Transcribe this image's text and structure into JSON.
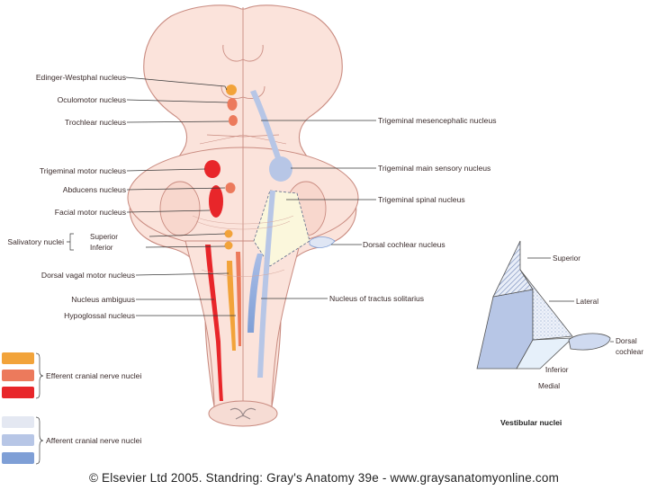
{
  "labels_left": {
    "edinger_westphal": "Edinger-Westphal nucleus",
    "oculomotor": "Oculomotor nucleus",
    "trochlear": "Trochlear nucleus",
    "trigeminal_motor": "Trigeminal motor nucleus",
    "abducens": "Abducens nucleus",
    "facial_motor": "Facial motor nucleus",
    "salivatory": "Salivatory nuclei",
    "salivatory_superior": "Superior",
    "salivatory_inferior": "Inferior",
    "dorsal_vagal_motor": "Dorsal vagal motor nucleus",
    "nucleus_ambiguus": "Nucleus ambiguus",
    "hypoglossal": "Hypoglossal nucleus"
  },
  "labels_right": {
    "trigeminal_mesencephalic": "Trigeminal mesencephalic nucleus",
    "trigeminal_main_sensory": "Trigeminal main sensory nucleus",
    "trigeminal_spinal": "Trigeminal spinal nucleus",
    "dorsal_cochlear": "Dorsal cochlear nucleus",
    "tractus_solitarius": "Nucleus of tractus solitarius"
  },
  "legend": {
    "efferent_label": "Efferent cranial nerve nuclei",
    "afferent_label": "Afferent cranial nerve nuclei",
    "efferent_colors": [
      "#f2a33a",
      "#ec7a5c",
      "#e8262a"
    ],
    "afferent_colors": [
      "#e4e8f2",
      "#b7c6e6",
      "#7f9fd6"
    ]
  },
  "vestibular": {
    "title": "Vestibular nuclei",
    "superior": "Superior",
    "lateral": "Lateral",
    "dorsal_cochlear_line1": "Dorsal",
    "dorsal_cochlear_line2": "cochlear",
    "inferior": "Inferior",
    "medial": "Medial"
  },
  "colors": {
    "brainstem_fill": "#fbe3db",
    "brainstem_stroke": "#c98b80",
    "efferent_orange": "#f2a33a",
    "efferent_salmon": "#ec7a5c",
    "efferent_red": "#e8262a",
    "afferent_light": "#e4e8f2",
    "afferent_mid": "#b7c6e6",
    "afferent_dark": "#7f9fd6",
    "spinal_fill": "#fbf7dc"
  },
  "caption": "© Elsevier Ltd 2005. Standring: Gray's Anatomy 39e - www.graysanatomyonline.com"
}
